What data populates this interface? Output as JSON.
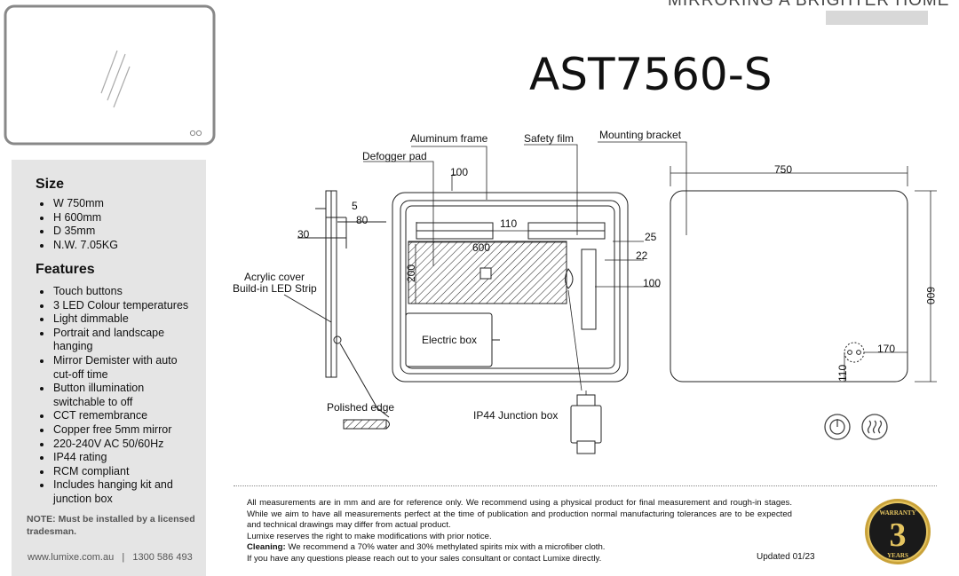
{
  "header": {
    "tagline": "MIRRORING A BRIGHTER HOME",
    "model": "AST7560-S"
  },
  "sidebar": {
    "size_title": "Size",
    "size_items": [
      "W 750mm",
      "H 600mm",
      "D 35mm",
      "N.W. 7.05KG"
    ],
    "features_title": "Features",
    "features_items": [
      "Touch buttons",
      "3 LED Colour temperatures",
      "Light dimmable",
      "Portrait and landscape hanging",
      "Mirror Demister with auto cut-off time",
      "Button illumination switchable to off",
      "CCT remembrance",
      "Copper free 5mm mirror",
      "220-240V AC 50/60Hz",
      "IP44 rating",
      "RCM compliant",
      "Includes hanging kit and junction box"
    ],
    "note": "NOTE: Must be installed by a licensed tradesman.",
    "website": "www.lumixe.com.au",
    "separator": "|",
    "phone": "1300 586 493"
  },
  "drawing": {
    "labels": {
      "aluminum_frame": "Aluminum frame",
      "safety_film": "Safety film",
      "mounting_bracket": "Mounting bracket",
      "defogger_pad": "Defogger pad",
      "acrylic_cover": "Acrylic cover",
      "led_strip": "Build-in LED Strip",
      "polished_edge": "Polished edge",
      "electric_box": "Electric box",
      "junction_box": "IP44 Junction box"
    },
    "dims": {
      "d100a": "100",
      "d5": "5",
      "d80": "80",
      "d30": "30",
      "d110a": "110",
      "d600h": "600",
      "d25": "25",
      "d22": "22",
      "d200": "200",
      "d100b": "100",
      "d750": "750",
      "d600v": "600",
      "d170": "170",
      "d110b": "110"
    }
  },
  "footer": {
    "p1": "All measurements are in mm and are for reference only.  We recommend using a physical product for final measurement and rough-in stages.   While we aim to have all measurements perfect at the time of publication and production normal manufacturing tolerances are to be expected and technical drawings may differ from actual product.",
    "p2": "Lumixe reserves the right to make modifications with prior notice.",
    "cleaning_label": "Cleaning:",
    "cleaning_text": " We recommend a 70% water and 30% methylated spirits mix with a microfiber cloth.",
    "p4": "If you have any questions please reach out to your sales consultant or contact Lumixe directly.",
    "updated": "Updated 01/23"
  },
  "badge": {
    "top_text": "WARRANTY",
    "number": "3",
    "bottom_text": "YEARS"
  }
}
